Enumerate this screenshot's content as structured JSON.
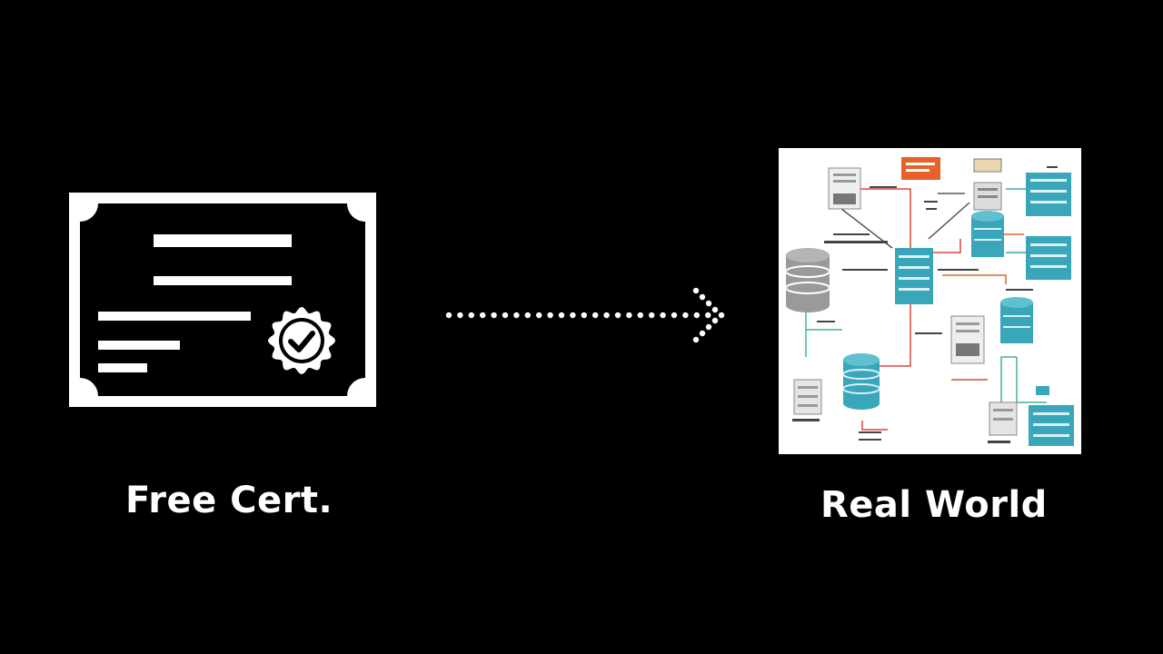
{
  "left": {
    "caption": "Free Cert.",
    "icon": "certificate-icon",
    "badge_icon": "verified-badge-icon"
  },
  "arrow": {
    "icon": "dotted-arrow-icon"
  },
  "right": {
    "caption": "Real World",
    "icon": "network-architecture-diagram",
    "colors": {
      "teal": "#3aa6b9",
      "orange": "#e8602a",
      "gray": "#9a9a9a",
      "red_line": "#d9473b",
      "green_line": "#46b28a"
    }
  },
  "colors": {
    "background": "#000000",
    "foreground": "#ffffff"
  }
}
